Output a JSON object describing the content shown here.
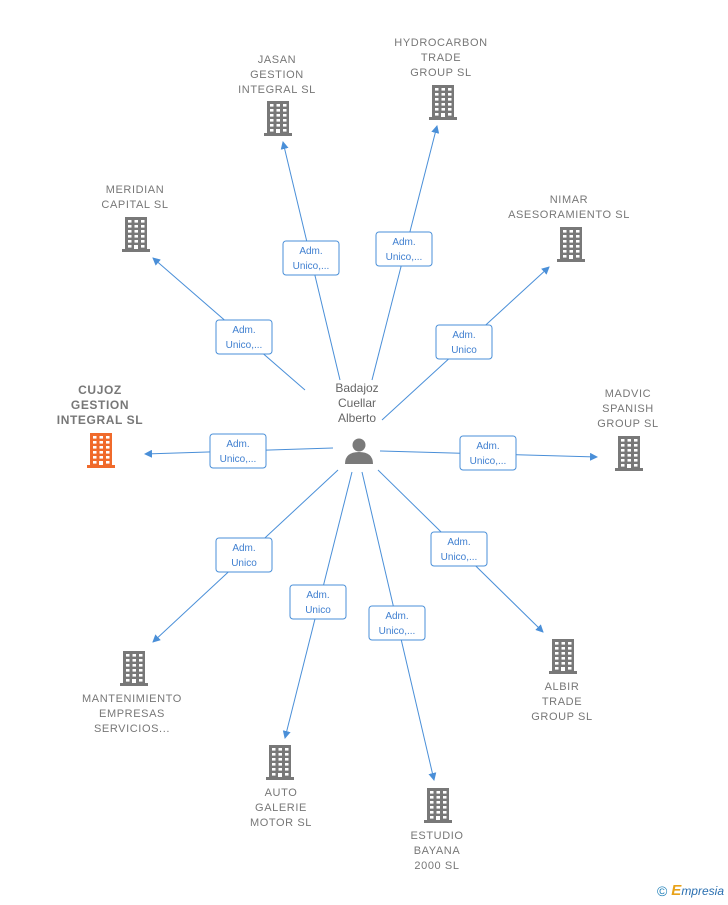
{
  "center": {
    "name_lines": [
      "Badajoz",
      "Cuellar",
      "Alberto"
    ],
    "icon": "person-icon"
  },
  "nodes": [
    {
      "id": "jasan",
      "lines": [
        "JASAN",
        "GESTION",
        "INTEGRAL  SL"
      ],
      "role": [
        "Adm.",
        "Unico,..."
      ],
      "highlight": false
    },
    {
      "id": "hydrocarbon",
      "lines": [
        "HYDROCARBON",
        "TRADE",
        "GROUP  SL"
      ],
      "role": [
        "Adm.",
        "Unico,..."
      ],
      "highlight": false
    },
    {
      "id": "meridian",
      "lines": [
        "MERIDIAN",
        "CAPITAL  SL"
      ],
      "role": [
        "Adm.",
        "Unico,..."
      ],
      "highlight": false
    },
    {
      "id": "nimar",
      "lines": [
        "NIMAR",
        "ASESORAMIENTO SL"
      ],
      "role": [
        "Adm.",
        "Unico"
      ],
      "highlight": false
    },
    {
      "id": "cujoz",
      "lines": [
        "CUJOZ",
        "GESTION",
        "INTEGRAL  SL"
      ],
      "role": [
        "Adm.",
        "Unico,..."
      ],
      "highlight": true
    },
    {
      "id": "madvic",
      "lines": [
        "MADVIC",
        "SPANISH",
        "GROUP  SL"
      ],
      "role": [
        "Adm.",
        "Unico,..."
      ],
      "highlight": false
    },
    {
      "id": "mantenimiento",
      "lines": [
        "MANTENIMIENTO",
        "EMPRESAS",
        "SERVICIOS..."
      ],
      "role": [
        "Adm.",
        "Unico"
      ],
      "highlight": false
    },
    {
      "id": "auto",
      "lines": [
        "AUTO",
        "GALERIE",
        "MOTOR SL"
      ],
      "role": [
        "Adm.",
        "Unico"
      ],
      "highlight": false
    },
    {
      "id": "estudio",
      "lines": [
        "ESTUDIO",
        "BAYANA",
        "2000  SL"
      ],
      "role": [
        "Adm.",
        "Unico,..."
      ],
      "highlight": false
    },
    {
      "id": "albir",
      "lines": [
        "ALBIR",
        "TRADE",
        "GROUP  SL"
      ],
      "role": [
        "Adm.",
        "Unico,..."
      ],
      "highlight": false
    }
  ],
  "colors": {
    "edge": "#4a8fd8",
    "building": "#787878",
    "building_highlight": "#f06a2b"
  },
  "footer": {
    "copyright": "©",
    "brand_initial": "E",
    "brand_rest": "mpresia"
  }
}
